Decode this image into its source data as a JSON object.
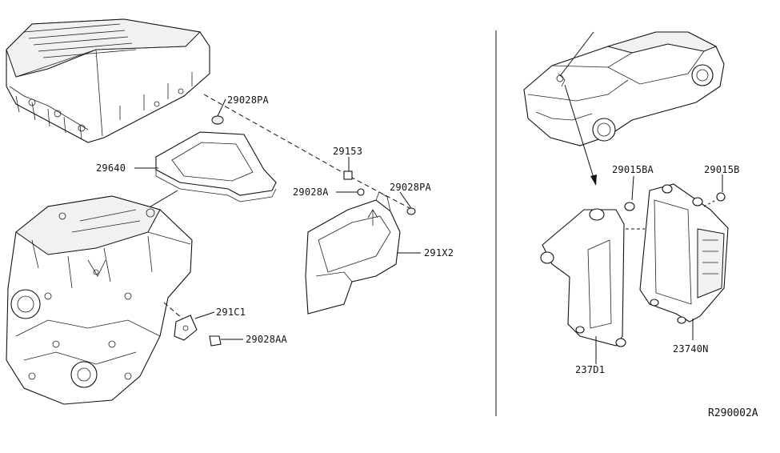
{
  "diagram": {
    "labels": {
      "l_29028PA_top": "29028PA",
      "l_29640": "29640",
      "l_29153": "29153",
      "l_29028A": "29028A",
      "l_29028PA_right": "29028PA",
      "l_291X2": "291X2",
      "l_291C1": "291C1",
      "l_29028AA": "29028AA",
      "l_29015BA": "29015BA",
      "l_29015B": "29015B",
      "l_237D1": "237D1",
      "l_23740N": "23740N"
    },
    "reference_code": "R290002A"
  }
}
